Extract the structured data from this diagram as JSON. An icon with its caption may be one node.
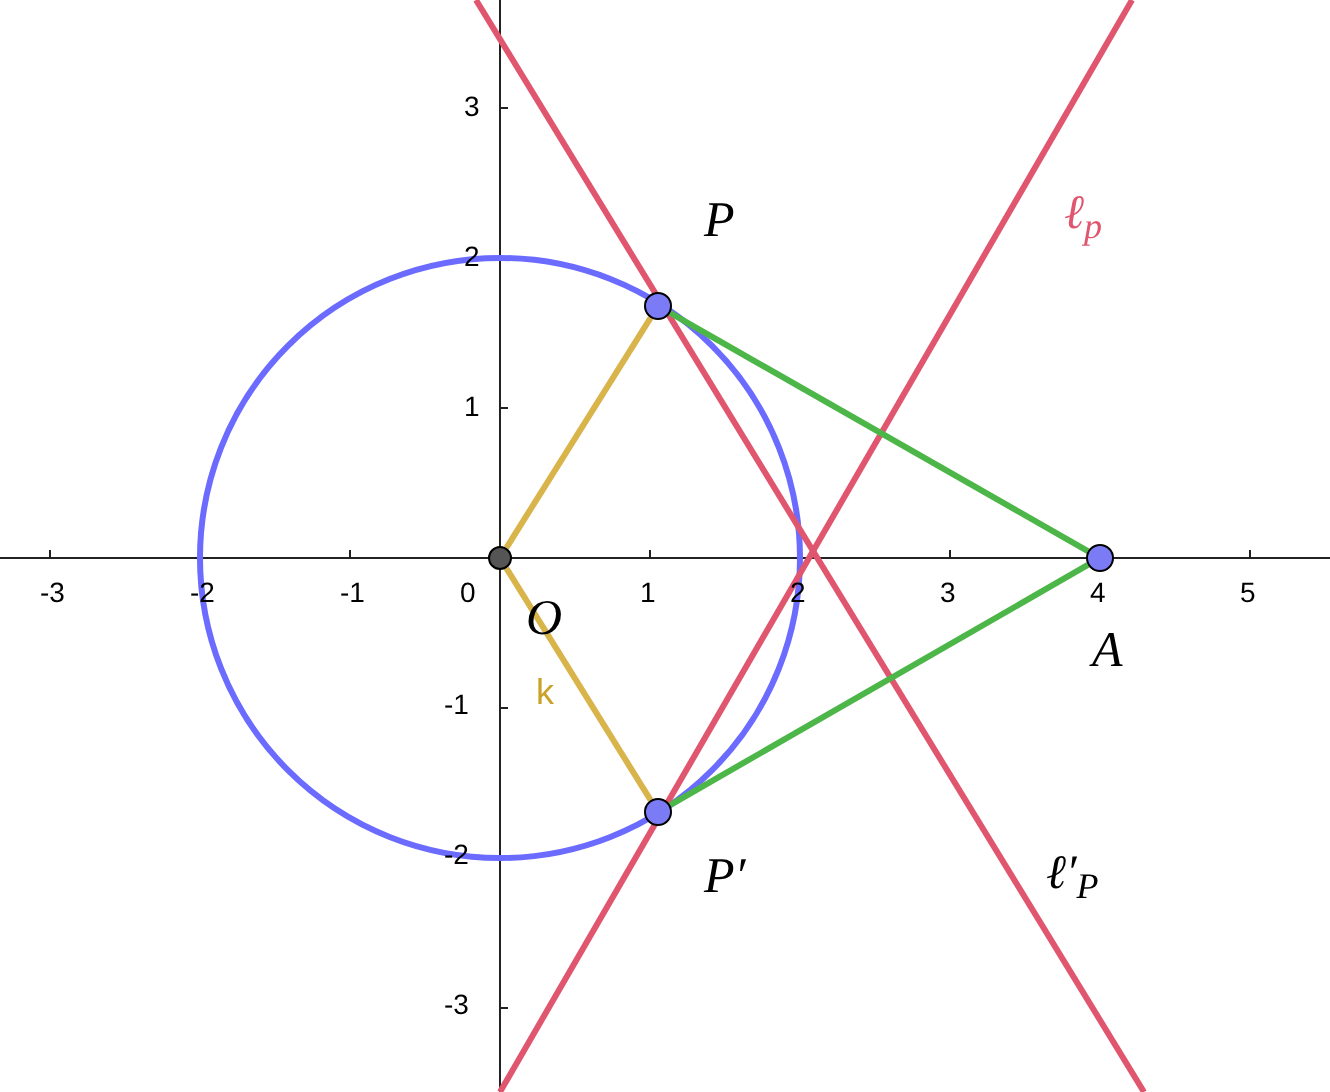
{
  "diagram": {
    "nodes": [
      {
        "text": [],
        "shape": "circle",
        "beside": [
          "P"
        ]
      },
      {
        "text": [],
        "shape": "circle",
        "beside": [
          "O"
        ]
      },
      {
        "text": [],
        "shape": "circle",
        "beside": [
          "A"
        ]
      },
      {
        "text": [],
        "shape": "circle",
        "beside": [
          "P′"
        ]
      }
    ],
    "edges": [
      {
        "from": 1,
        "to": 0,
        "arrow": "none",
        "color": "#d8b44a"
      },
      {
        "from": 0,
        "to": 2,
        "arrow": "none",
        "color": "#4cb648"
      },
      {
        "from": 1,
        "to": 3,
        "arrow": "none",
        "color": "#d8b44a"
      },
      {
        "from": 3,
        "to": 2,
        "arrow": "none",
        "color": "#4cb648"
      }
    ],
    "labels": [
      "3",
      "2",
      "1",
      "-3",
      "-2",
      "-1",
      "0",
      "1",
      "2",
      "3",
      "4",
      "5",
      "-1",
      "-2",
      "-3",
      "ℓ$_{p}$",
      "ℓ′$_{P}$",
      "k"
    ]
  }
}
